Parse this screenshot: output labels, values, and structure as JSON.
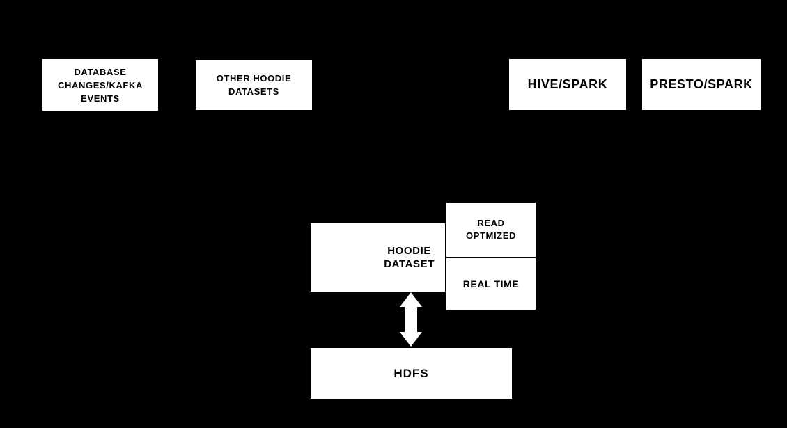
{
  "colors": {
    "background": "#000000",
    "box_fill": "#ffffff",
    "box_text": "#000000",
    "arrow": "#ffffff"
  },
  "nodes": {
    "database_changes": {
      "label": "DATABASE\nCHANGES/KAFKA\nEVENTS"
    },
    "other_hoodie_datasets": {
      "label": "OTHER HOODIE\nDATASETS"
    },
    "hive_spark": {
      "label": "HIVE/SPARK"
    },
    "presto_spark": {
      "label": "PRESTO/SPARK"
    },
    "hoodie_dataset": {
      "label": "HOODIE\nDATASET"
    },
    "read_optimized": {
      "label": "READ\nOPTMIZED"
    },
    "real_time": {
      "label": "REAL TIME"
    },
    "hdfs": {
      "label": "HDFS"
    }
  },
  "connections": [
    {
      "from": "hoodie_dataset",
      "to": "hdfs",
      "style": "double-headed-vertical-arrow",
      "color": "#ffffff"
    }
  ]
}
